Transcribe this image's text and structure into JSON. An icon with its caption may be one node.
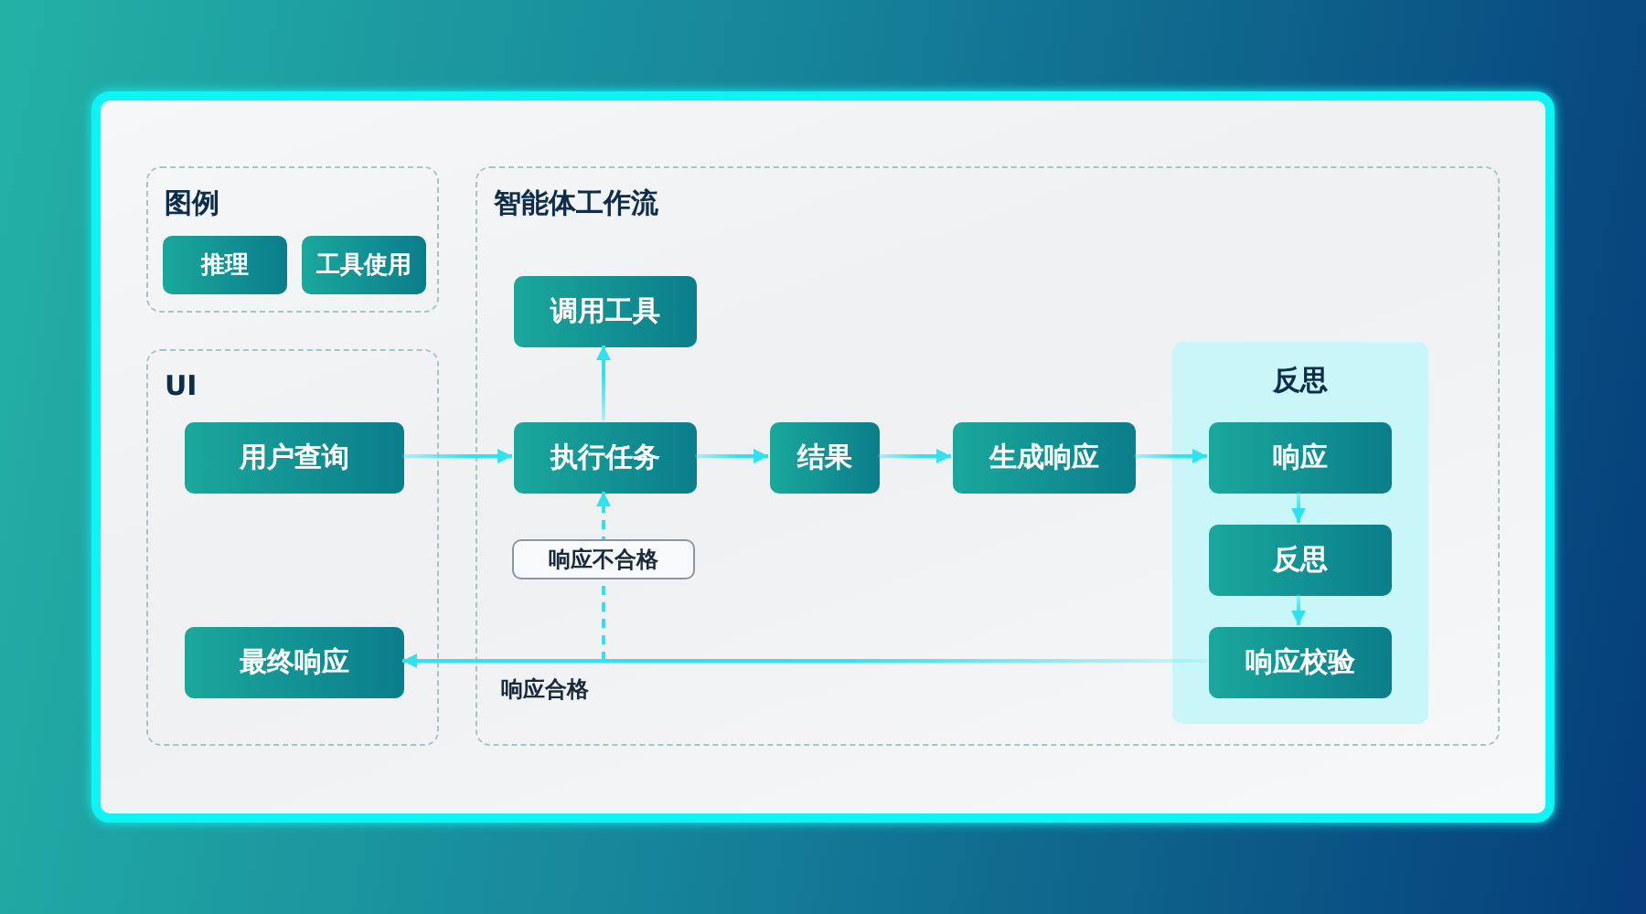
{
  "diagram": {
    "nodes": [
      {
        "text": [
          "图例"
        ]
      },
      {
        "text": [
          "推理"
        ],
        "in": 0
      },
      {
        "text": [
          "工具使用"
        ],
        "in": 0
      },
      {
        "text": [
          "UI"
        ]
      },
      {
        "text": [
          "用户查询"
        ],
        "in": 3
      },
      {
        "text": [
          "最终响应"
        ],
        "in": 3
      },
      {
        "text": [
          "智能体工作流"
        ]
      },
      {
        "text": [
          "调用工具"
        ],
        "in": 6
      },
      {
        "text": [
          "执行任务"
        ],
        "in": 6
      },
      {
        "text": [
          "结果"
        ],
        "in": 6
      },
      {
        "text": [
          "生成响应"
        ],
        "in": 6
      },
      {
        "text": [
          "反思"
        ],
        "in": 6
      },
      {
        "text": [
          "响应"
        ],
        "in": 11
      },
      {
        "text": [
          "反思"
        ],
        "in": 11
      },
      {
        "text": [
          "响应校验"
        ],
        "in": 11
      }
    ],
    "edges": [
      {
        "from": 4,
        "to": 8,
        "arrow": "to"
      },
      {
        "from": 8,
        "to": 7,
        "arrow": "to"
      },
      {
        "from": 8,
        "to": 9,
        "arrow": "to"
      },
      {
        "from": 9,
        "to": 10,
        "arrow": "to"
      },
      {
        "from": 10,
        "to": 12,
        "arrow": "to"
      },
      {
        "from": 12,
        "to": 13,
        "arrow": "to"
      },
      {
        "from": 13,
        "to": 14,
        "arrow": "to"
      },
      {
        "from": 14,
        "to": 5,
        "arrow": "to",
        "label": "响应合格"
      },
      {
        "from": 14,
        "to": 8,
        "arrow": "to",
        "label": "响应不合格",
        "style": "dashed"
      }
    ]
  }
}
